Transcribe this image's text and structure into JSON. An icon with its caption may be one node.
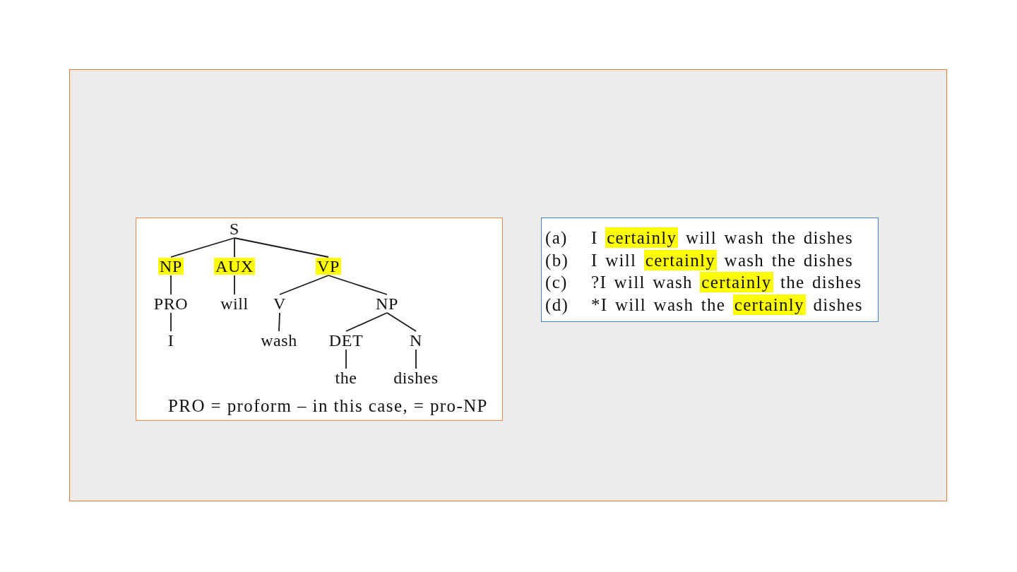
{
  "diagram": {
    "nodes": [
      {
        "text": [],
        "shape": "box"
      },
      {
        "text": [
          "PRO = proform – in this case, = pro-NP"
        ],
        "in": 0
      },
      {
        "text": [
          "S"
        ],
        "in": 1
      },
      {
        "text": [
          "NP"
        ],
        "in": 1
      },
      {
        "text": [
          "AUX"
        ],
        "in": 1
      },
      {
        "text": [
          "VP"
        ],
        "in": 1
      },
      {
        "text": [
          "PRO"
        ],
        "in": 1
      },
      {
        "text": [
          "will"
        ],
        "in": 1
      },
      {
        "text": [
          "V"
        ],
        "in": 1
      },
      {
        "text": [
          "NP"
        ],
        "in": 1
      },
      {
        "text": [
          "I"
        ],
        "in": 1
      },
      {
        "text": [
          "wash"
        ],
        "in": 1
      },
      {
        "text": [
          "DET"
        ],
        "in": 1
      },
      {
        "text": [
          "N"
        ],
        "in": 1
      },
      {
        "text": [
          "the"
        ],
        "in": 1
      },
      {
        "text": [
          "dishes"
        ],
        "in": 1
      },
      {
        "text": [
          "(a)",
          "I **certainly** will wash the dishes",
          "(b)",
          "I will **certainly** wash the dishes",
          "(c)",
          "?I will wash **certainly** the dishes",
          "(d)",
          "*I will wash the **certainly** dishes"
        ],
        "in": 0
      }
    ],
    "edges": [
      {
        "from": 2,
        "to": 3,
        "arrow": "none"
      },
      {
        "from": 2,
        "to": 4,
        "arrow": "none"
      },
      {
        "from": 2,
        "to": 5,
        "arrow": "none"
      },
      {
        "from": 3,
        "to": 6,
        "arrow": "none"
      },
      {
        "from": 4,
        "to": 7,
        "arrow": "none"
      },
      {
        "from": 5,
        "to": 8,
        "arrow": "none"
      },
      {
        "from": 5,
        "to": 9,
        "arrow": "none"
      },
      {
        "from": 6,
        "to": 10,
        "arrow": "none"
      },
      {
        "from": 8,
        "to": 11,
        "arrow": "none"
      },
      {
        "from": 9,
        "to": 12,
        "arrow": "none"
      },
      {
        "from": 9,
        "to": 13,
        "arrow": "none"
      },
      {
        "from": 12,
        "to": 14,
        "arrow": "none"
      },
      {
        "from": 13,
        "to": 15,
        "arrow": "none"
      }
    ]
  }
}
